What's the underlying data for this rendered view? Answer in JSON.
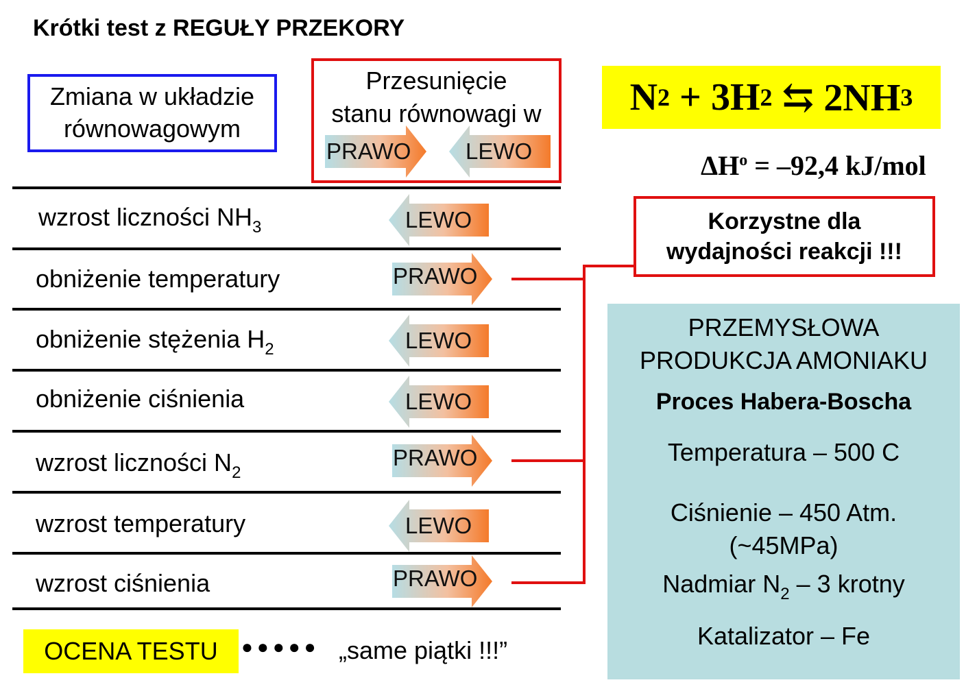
{
  "title": "Krótki test z REGUŁY PRZEKORY",
  "header": {
    "change_col": [
      "Zmiana w układzie",
      "równowagowym"
    ],
    "shift_col": [
      "Przesunięcie",
      "stanu równowagi w"
    ],
    "right_label": "PRAWO",
    "left_label": "LEWO"
  },
  "rows": [
    {
      "text": "wzrost liczności NH",
      "sub": "3",
      "answer": "LEWO"
    },
    {
      "text": "obniżenie temperatury",
      "sub": "",
      "answer": "PRAWO"
    },
    {
      "text": "obniżenie stężenia H",
      "sub": "2",
      "answer": "LEWO"
    },
    {
      "text": "obniżenie ciśnienia",
      "sub": "",
      "answer": "LEWO"
    },
    {
      "text": "wzrost liczności N",
      "sub": "2",
      "answer": "PRAWO"
    },
    {
      "text": "wzrost temperatury",
      "sub": "",
      "answer": "LEWO"
    },
    {
      "text": "wzrost ciśnienia",
      "sub": "",
      "answer": "PRAWO"
    }
  ],
  "equation": {
    "n2": "N",
    "sub2a": "2",
    "plus": " + 3H",
    "sub2b": "2",
    "arrow": " ⇆ 2NH",
    "sub3": "3"
  },
  "enthalpy": {
    "dh": "ΔH",
    "sup": "o",
    "value": " = –92,4 kJ/mol"
  },
  "favorable": [
    "Korzystne dla",
    "wydajności reakcji !!!"
  ],
  "industrial": {
    "heading1": "PRZEMYSŁOWA",
    "heading2": "PRODUKCJA AMONIAKU",
    "process": "Proces Habera-Boscha",
    "temperature": "Temperatura – 500 C",
    "pressure": "Ciśnienie – 450 Atm.",
    "pressure_alt": "(~45MPa)",
    "excess_pre": "Nadmiar N",
    "excess_sub": "2",
    "excess_post": " – 3 krotny",
    "catalyst": "Katalizator – Fe"
  },
  "score": {
    "label": "OCENA TESTU",
    "dots": "●●●●●",
    "verdict": "„same piątki !!!”"
  },
  "colors": {
    "arrow_orange": "#f47a2a",
    "arrow_blue": "#b6dde4",
    "box_red": "#e01010",
    "box_blue": "#1a1aee",
    "highlight": "#ffff00",
    "info_bg": "#b8dde0"
  }
}
